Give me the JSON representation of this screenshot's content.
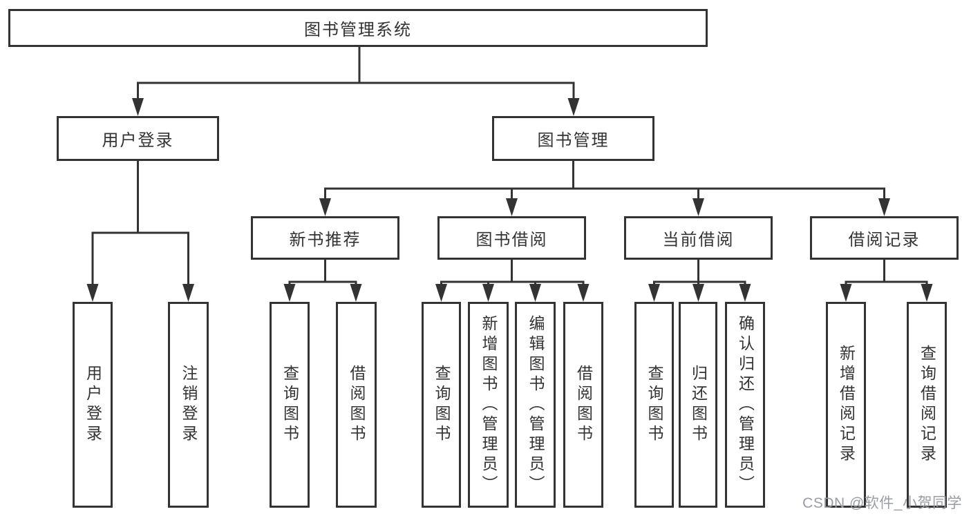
{
  "colors": {
    "line": "#333333",
    "text": "#333333",
    "box_bg": "#ffffff",
    "watermark": "#9a9ca3"
  },
  "watermark": {
    "text": "CSDN @软件_小贺同学"
  },
  "tree": {
    "label": "图书管理系统",
    "children": [
      {
        "label": "用户登录",
        "children": [
          {
            "label": "用户登录"
          },
          {
            "label": "注销登录"
          }
        ]
      },
      {
        "label": "图书管理",
        "children": [
          {
            "label": "新书推荐",
            "children": [
              {
                "label": "查询图书"
              },
              {
                "label": "借阅图书"
              }
            ]
          },
          {
            "label": "图书借阅",
            "children": [
              {
                "label": "查询图书"
              },
              {
                "label": "新增图书（管理员）"
              },
              {
                "label": "编辑图书（管理员）"
              },
              {
                "label": "借阅图书"
              }
            ]
          },
          {
            "label": "当前借阅",
            "children": [
              {
                "label": "查询图书"
              },
              {
                "label": "归还图书"
              },
              {
                "label": "确认归还（管理员）"
              }
            ]
          },
          {
            "label": "借阅记录",
            "children": [
              {
                "label": "新增借阅记录"
              },
              {
                "label": "查询借阅记录"
              }
            ]
          }
        ]
      }
    ]
  }
}
